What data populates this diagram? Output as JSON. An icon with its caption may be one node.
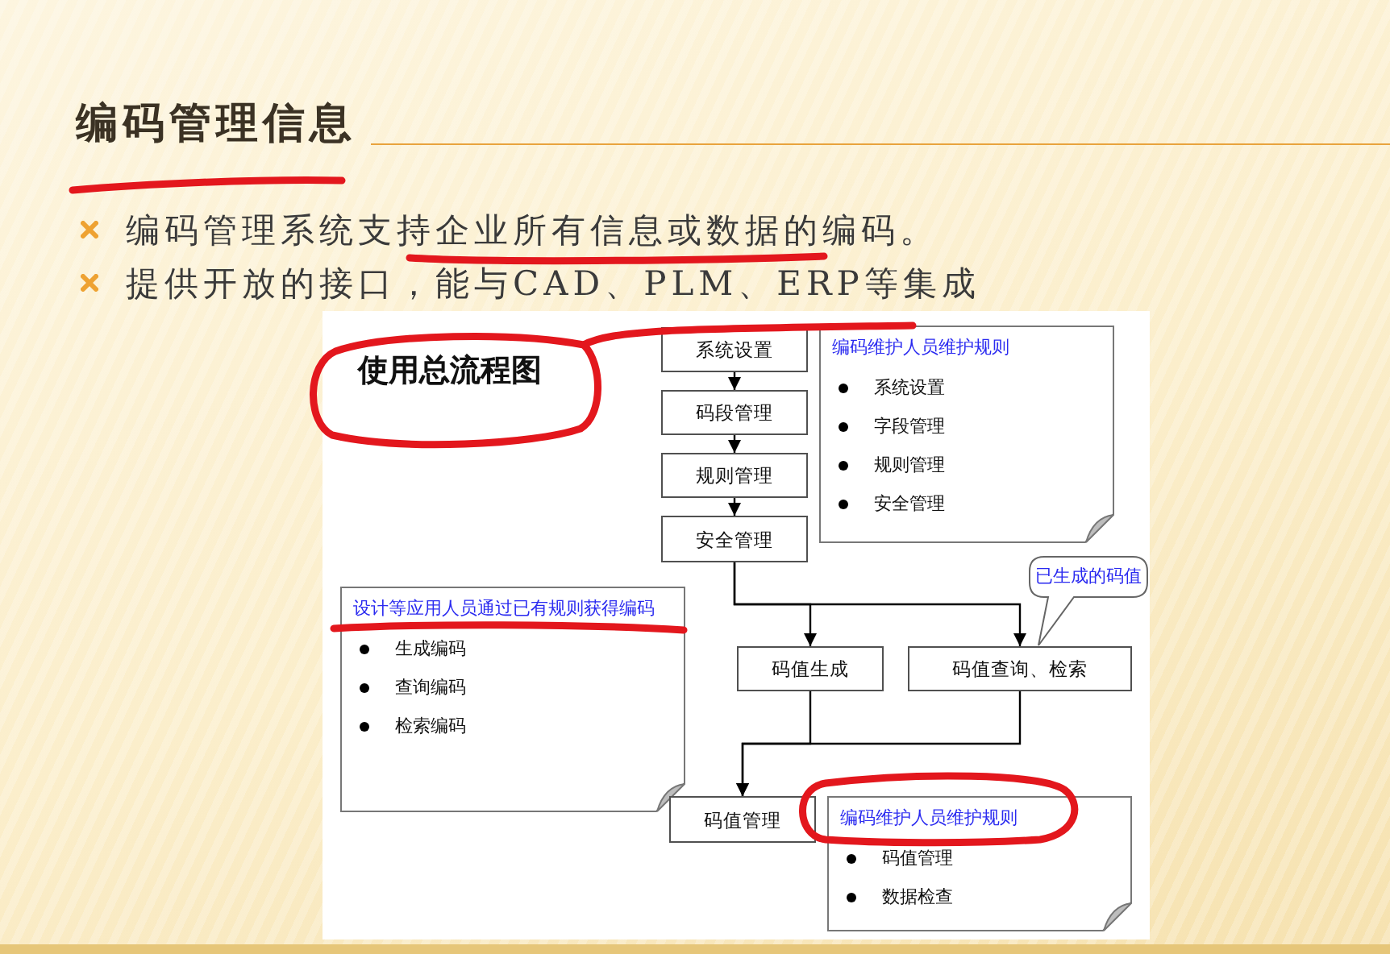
{
  "diagram": {
    "title": "编码管理信息",
    "nodes": [
      {
        "text": [
          "使用总流程图"
        ]
      },
      {
        "text": [
          "系统设置"
        ],
        "in": 0
      },
      {
        "text": [
          "码段管理"
        ],
        "in": 0
      },
      {
        "text": [
          "规则管理"
        ],
        "in": 0
      },
      {
        "text": [
          "安全管理"
        ],
        "in": 0
      },
      {
        "text": [
          "编码维护人员维护规则",
          "系统设置",
          "字段管理",
          "规则管理",
          "安全管理"
        ],
        "in": 0
      },
      {
        "text": [
          "设计等应用人员通过已有规则获得编码",
          "生成编码",
          "查询编码",
          "检索编码"
        ],
        "in": 0
      },
      {
        "text": [
          "已生成的码值"
        ],
        "in": 0
      },
      {
        "text": [
          "码值生成"
        ],
        "in": 0
      },
      {
        "text": [
          "码值查询、检索"
        ],
        "in": 0
      },
      {
        "text": [
          "码值管理"
        ],
        "in": 0
      },
      {
        "text": [
          "编码维护人员维护规则",
          "码值管理",
          "数据检查"
        ],
        "in": 0
      }
    ],
    "edges": [
      {
        "from": 1,
        "to": 2,
        "arrow": "to"
      },
      {
        "from": 2,
        "to": 3,
        "arrow": "to"
      },
      {
        "from": 3,
        "to": 4,
        "arrow": "to"
      },
      {
        "from": 4,
        "to": 8,
        "arrow": "to"
      },
      {
        "from": 4,
        "to": 9,
        "arrow": "to"
      },
      {
        "from": 8,
        "to": 10,
        "arrow": "to"
      },
      {
        "from": 9,
        "to": 10,
        "arrow": "to"
      }
    ],
    "labels": [
      "编码管理系统支持企业所有信息或数据的编码。",
      "提供开放的接口，能与CAD、PLM、ERP等集成"
    ]
  }
}
